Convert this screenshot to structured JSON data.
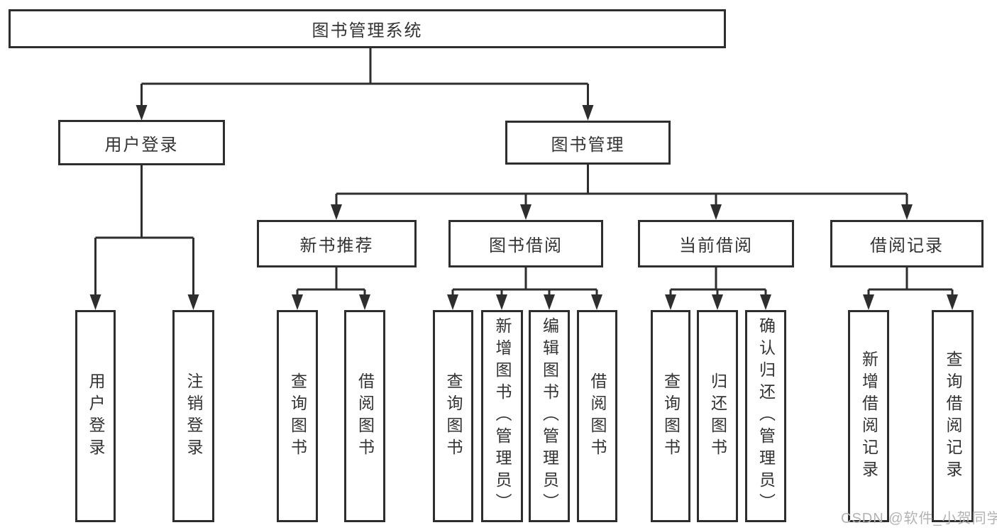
{
  "diagram": {
    "type": "function-structure-tree",
    "root": {
      "label": "图书管理系统"
    },
    "branches": [
      {
        "label": "用户登录",
        "children": [
          {
            "label": "用户登录"
          },
          {
            "label": "注销登录"
          }
        ]
      },
      {
        "label": "图书管理",
        "children": [
          {
            "label": "新书推荐",
            "children": [
              {
                "label": "查询图书"
              },
              {
                "label": "借阅图书"
              }
            ]
          },
          {
            "label": "图书借阅",
            "children": [
              {
                "label": "查询图书"
              },
              {
                "label": "新增图书（管理员）"
              },
              {
                "label": "编辑图书（管理员）"
              },
              {
                "label": "借阅图书"
              }
            ]
          },
          {
            "label": "当前借阅",
            "children": [
              {
                "label": "查询图书"
              },
              {
                "label": "归还图书"
              },
              {
                "label": "确认归还（管理员）"
              }
            ]
          },
          {
            "label": "借阅记录",
            "children": [
              {
                "label": "新增借阅记录"
              },
              {
                "label": "查询借阅记录"
              }
            ]
          }
        ]
      }
    ],
    "watermark": "CSDN @软件_小贺同学",
    "colors": {
      "line": "#2e2e2e",
      "text": "#333333",
      "background": "#ffffff",
      "watermark": "#b3b3b3"
    }
  }
}
